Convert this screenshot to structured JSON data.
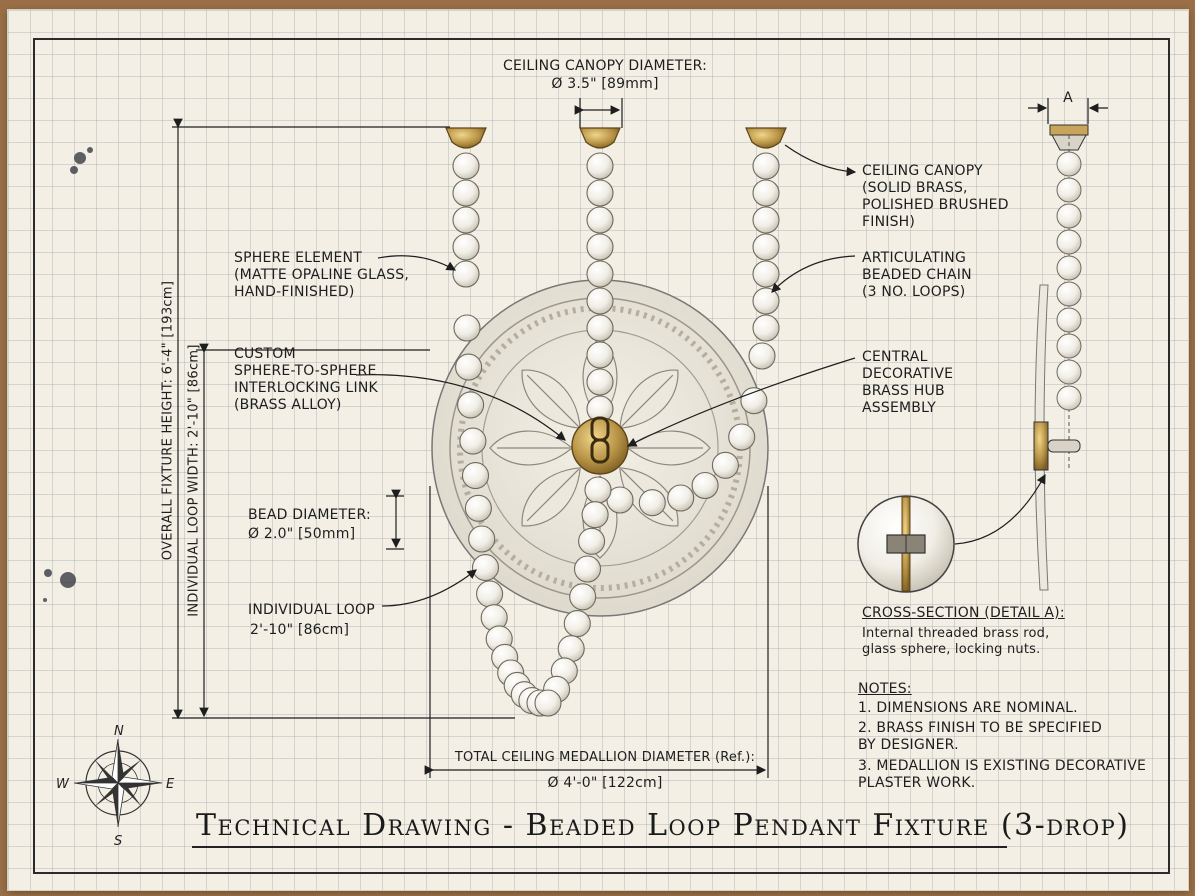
{
  "title": "Technical Drawing - Beaded Loop Pendant Fixture (3-drop)",
  "dimensions": {
    "canopy_diameter": {
      "label": "CEILING CANOPY DIAMETER:",
      "value": "Ø 3.5\" [89mm]"
    },
    "overall_height": "OVERALL FIXTURE HEIGHT: 6'-4\" [193cm]",
    "loop_width": "INDIVIDUAL LOOP WIDTH: 2'-10\" [86cm]",
    "bead_diameter": {
      "label": "BEAD DIAMETER:",
      "value": "Ø 2.0\" [50mm]"
    },
    "individual_loop": {
      "label": "INDIVIDUAL LOOP",
      "value": "2'-10\" [86cm]"
    },
    "medallion_diameter": {
      "label": "TOTAL CEILING MEDALLION DIAMETER (Ref.):",
      "value": "Ø 4'-0\" [122cm]"
    },
    "detail_a": "A"
  },
  "callouts": {
    "sphere_element": "SPHERE ELEMENT\n(MATTE OPALINE GLASS,\nHAND-FINISHED)",
    "link": "CUSTOM\nSPHERE-TO-SPHERE\nINTERLOCKING LINK\n(BRASS ALLOY)",
    "canopy": "CEILING CANOPY\n(SOLID BRASS,\nPOLISHED BRUSHED\nFINISH)",
    "chain": "ARTICULATING\nBEADED CHAIN\n(3 NO. LOOPS)",
    "hub": "CENTRAL\nDECORATIVE\nBRASS HUB\nASSEMBLY"
  },
  "cross_section": {
    "heading": "CROSS-SECTION (DETAIL A):",
    "text": "Internal threaded brass rod,\nglass sphere, locking nuts."
  },
  "notes": {
    "heading": "NOTES:",
    "items": [
      "1.  DIMENSIONS ARE NOMINAL.",
      "2.  BRASS FINISH TO BE SPECIFIED\n     BY DESIGNER.",
      "3.  MEDALLION IS EXISTING DECORATIVE\n     PLASTER WORK."
    ]
  },
  "compass": {
    "n": "N",
    "s": "S",
    "e": "E",
    "w": "W"
  },
  "colors": {
    "paper": "#f3efe4",
    "grid": "#b9c0c4",
    "ink": "#1e1e1e",
    "brass": "#b89346",
    "glass": "#f7f5ef",
    "table": "#9a6f47"
  }
}
